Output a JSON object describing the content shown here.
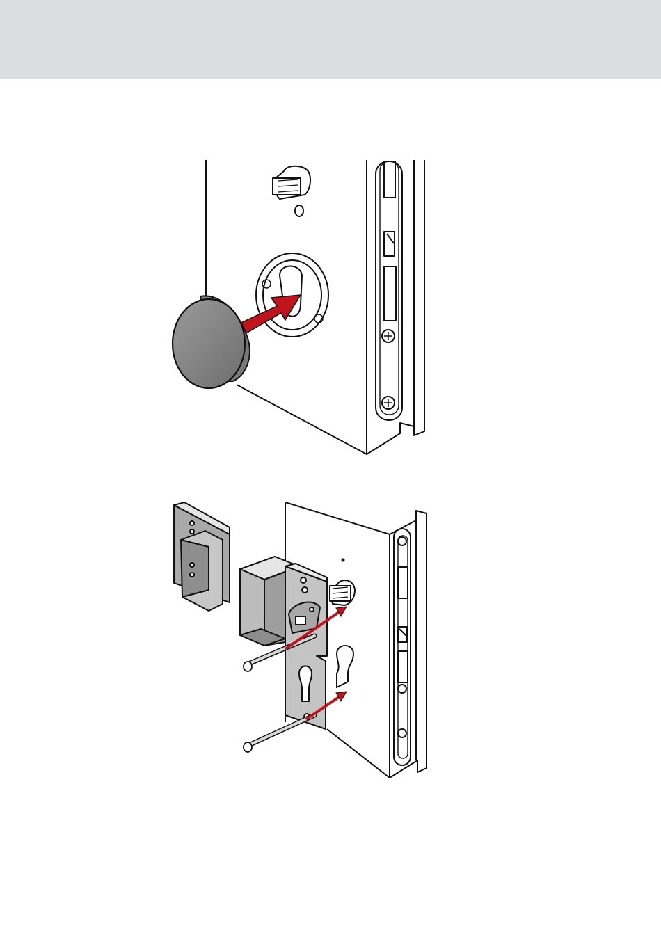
{
  "page": {
    "header_color": "#dcdde0",
    "accent_color": "#c0141c",
    "line_color": "#111111"
  },
  "illustrations": [
    {
      "name": "cover-cap-insertion",
      "icon": "round-cover-cap"
    },
    {
      "name": "lock-plate-assembly",
      "icon": "screw-fastening"
    }
  ]
}
